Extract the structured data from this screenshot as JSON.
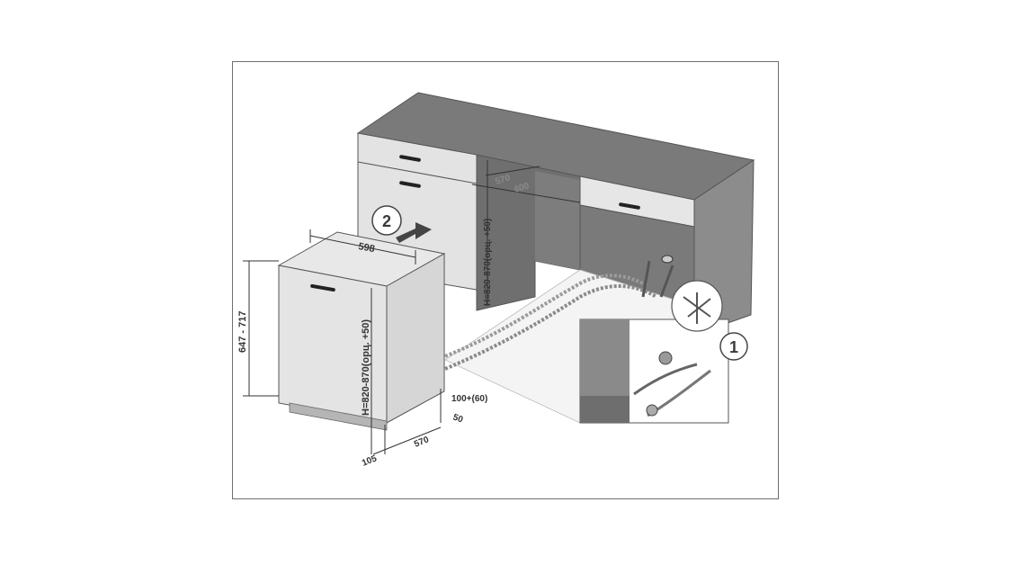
{
  "diagram": {
    "steps": {
      "step1": "1",
      "step2": "2"
    },
    "dimensions": {
      "unit_width": "598",
      "unit_height_range": "647 - 717",
      "niche_height": "H=820-870(opц. +50)",
      "unit_total_height": "H=820-870(opц. +50)",
      "plinth_height": "100+(60)",
      "plinth_gap": "50",
      "unit_depth": "570",
      "door_offset": "105",
      "niche_depth_inner": "570",
      "niche_depth_outer": "600"
    },
    "colors": {
      "cabinet_top": "#7c7c7c",
      "cabinet_side": "#8a8a8a",
      "cabinet_front": "#e6e6e6",
      "niche_inner": "#6f6f6f",
      "appliance_body": "#dcdcdc",
      "floor": "#f3f3f3"
    }
  }
}
